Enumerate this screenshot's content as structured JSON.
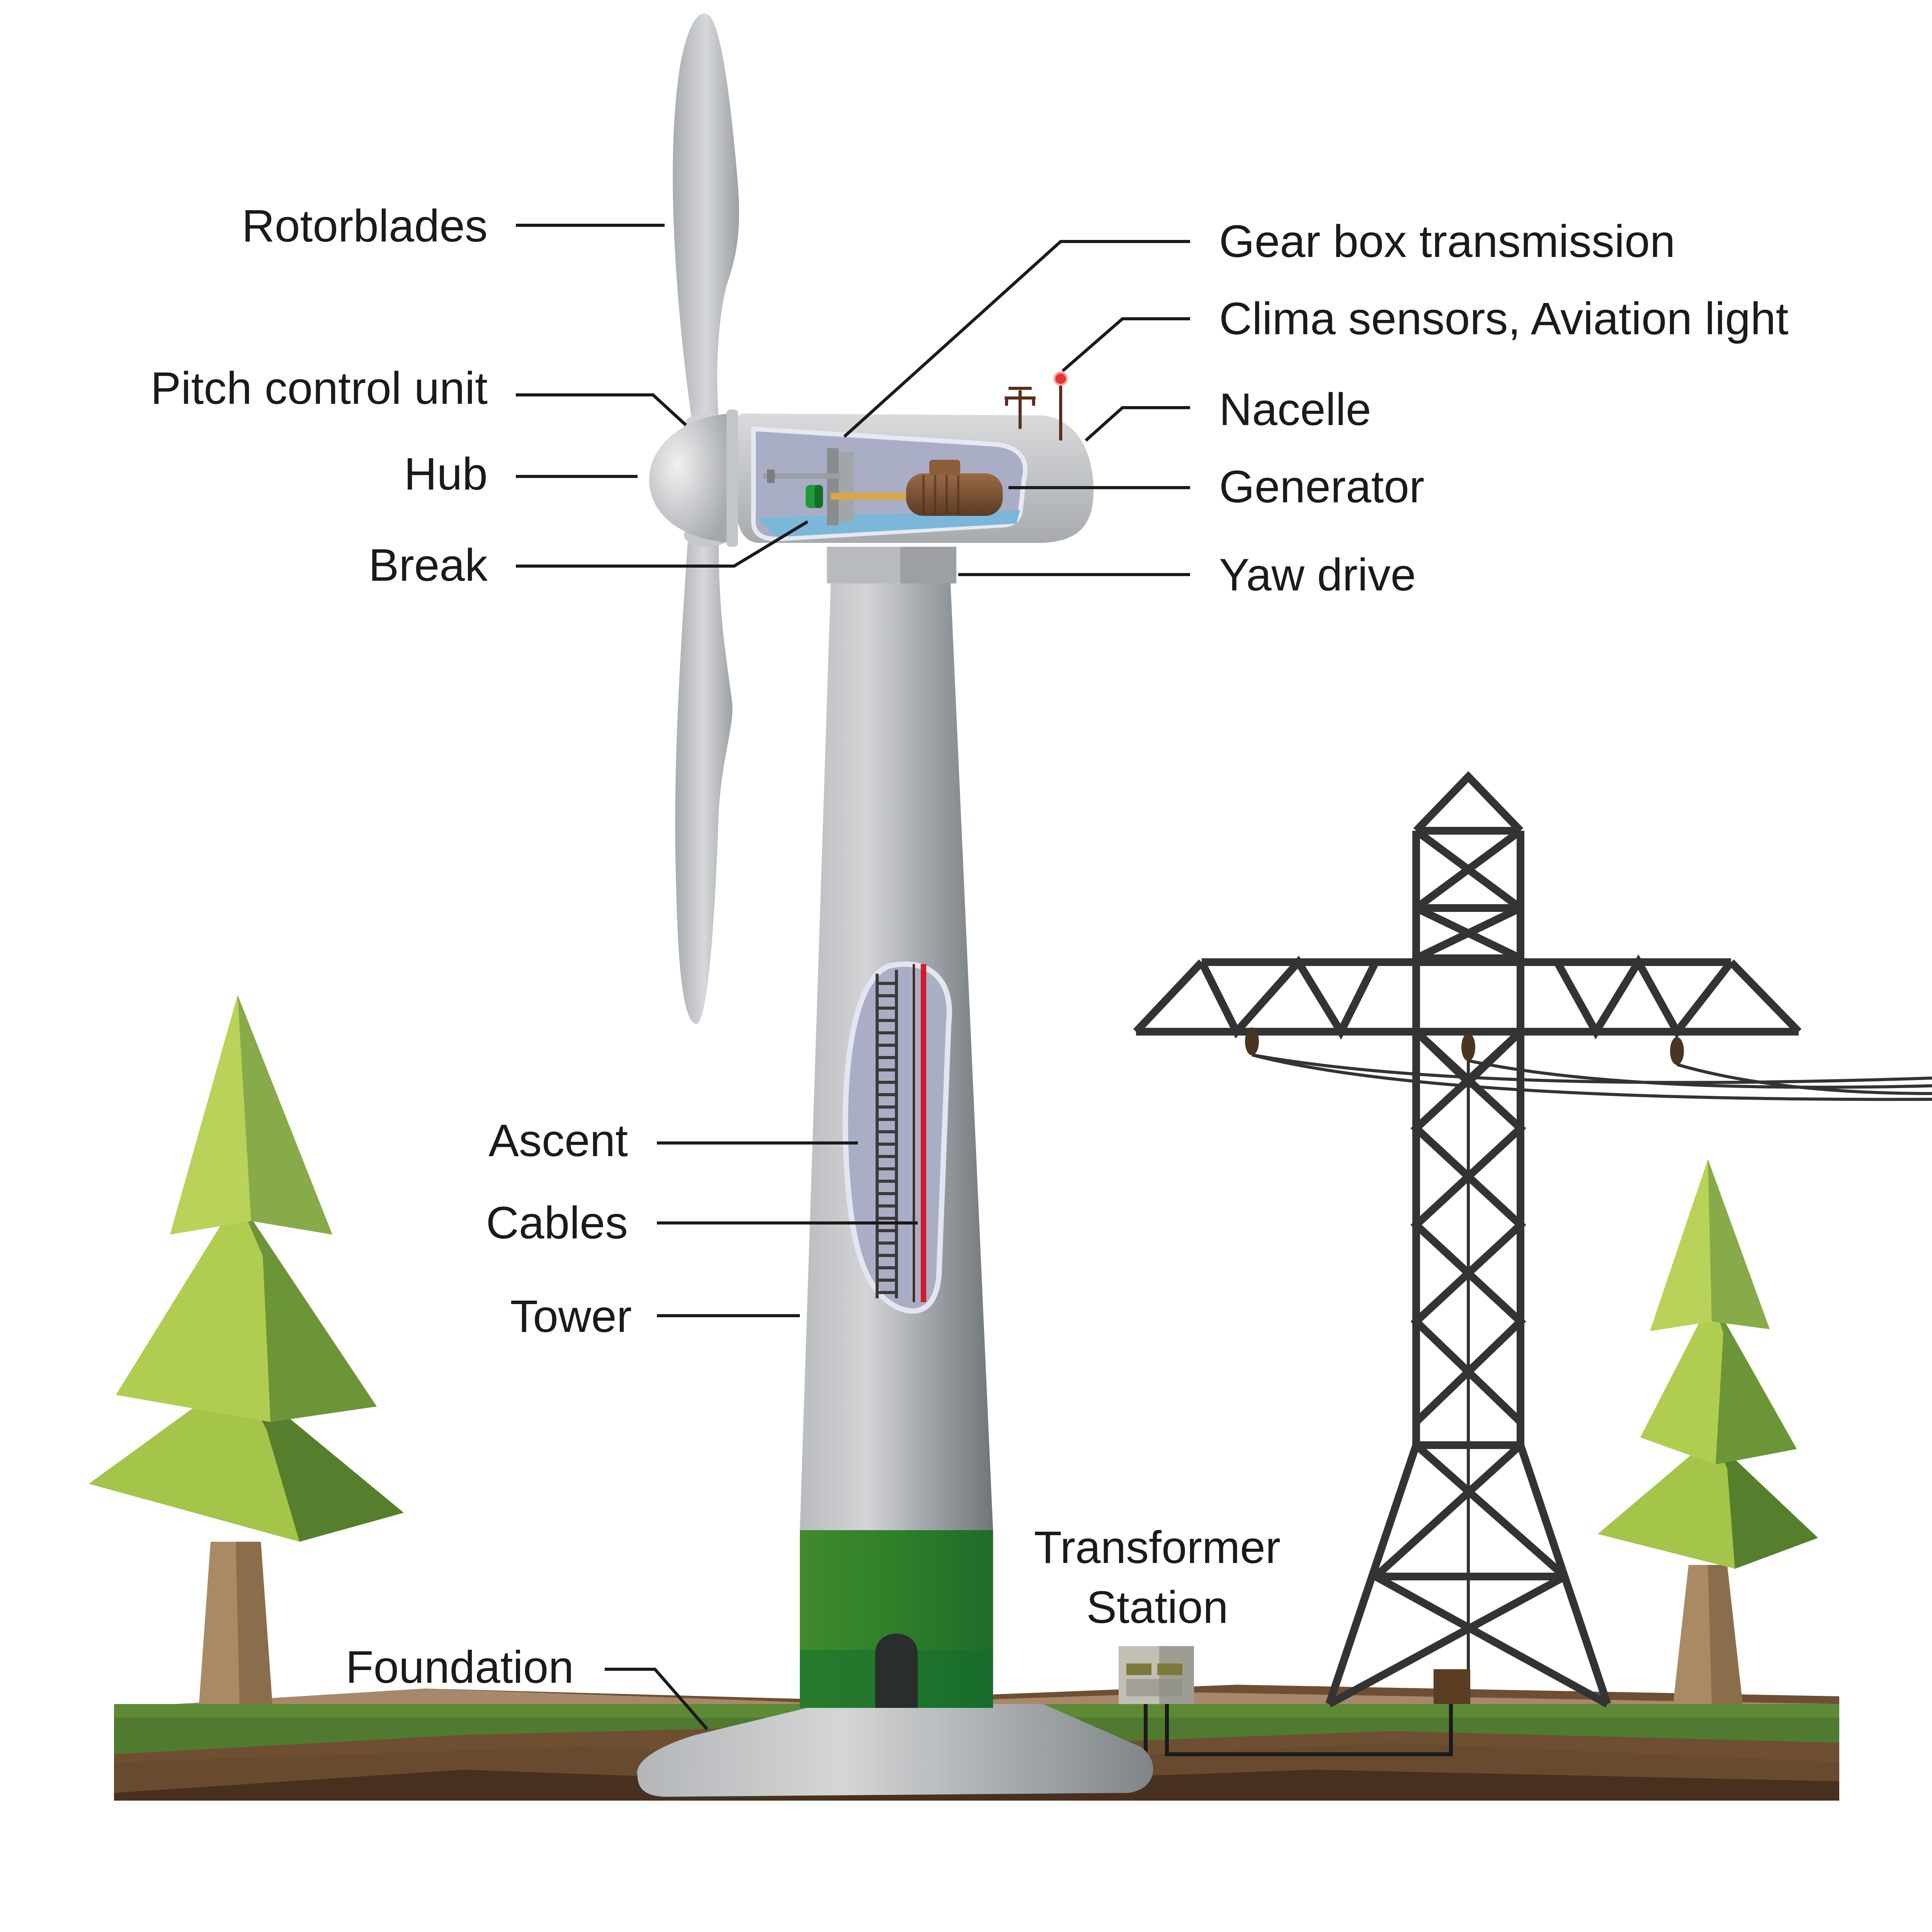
{
  "labels": {
    "rotorblades": "Rotorblades",
    "pitch_control_unit": "Pitch control unit",
    "hub": "Hub",
    "break": "Break",
    "gear_box": "Gear box transmission",
    "clima_sensors": "Clima sensors, Aviation light",
    "nacelle": "Nacelle",
    "generator": "Generator",
    "yaw_drive": "Yaw drive",
    "ascent": "Ascent",
    "cables": "Cables",
    "tower": "Tower",
    "transformer_line1": "Transformer",
    "transformer_line2": "Station",
    "foundation": "Foundation"
  },
  "colors": {
    "tower_light": "#c9ccce",
    "tower_dark": "#7d8386",
    "green_band": "#3d8a2e",
    "grass": "#4f7a2f",
    "soil_light": "#a8886a",
    "soil_mid": "#6e4f33",
    "soil_dark": "#47301e",
    "tree_light": "#a9c84a",
    "tree_dark": "#5e8c32",
    "trunk": "#a98a64",
    "pylon": "#333333",
    "cable_red": "#d7192a",
    "generator": "#7a5134"
  }
}
